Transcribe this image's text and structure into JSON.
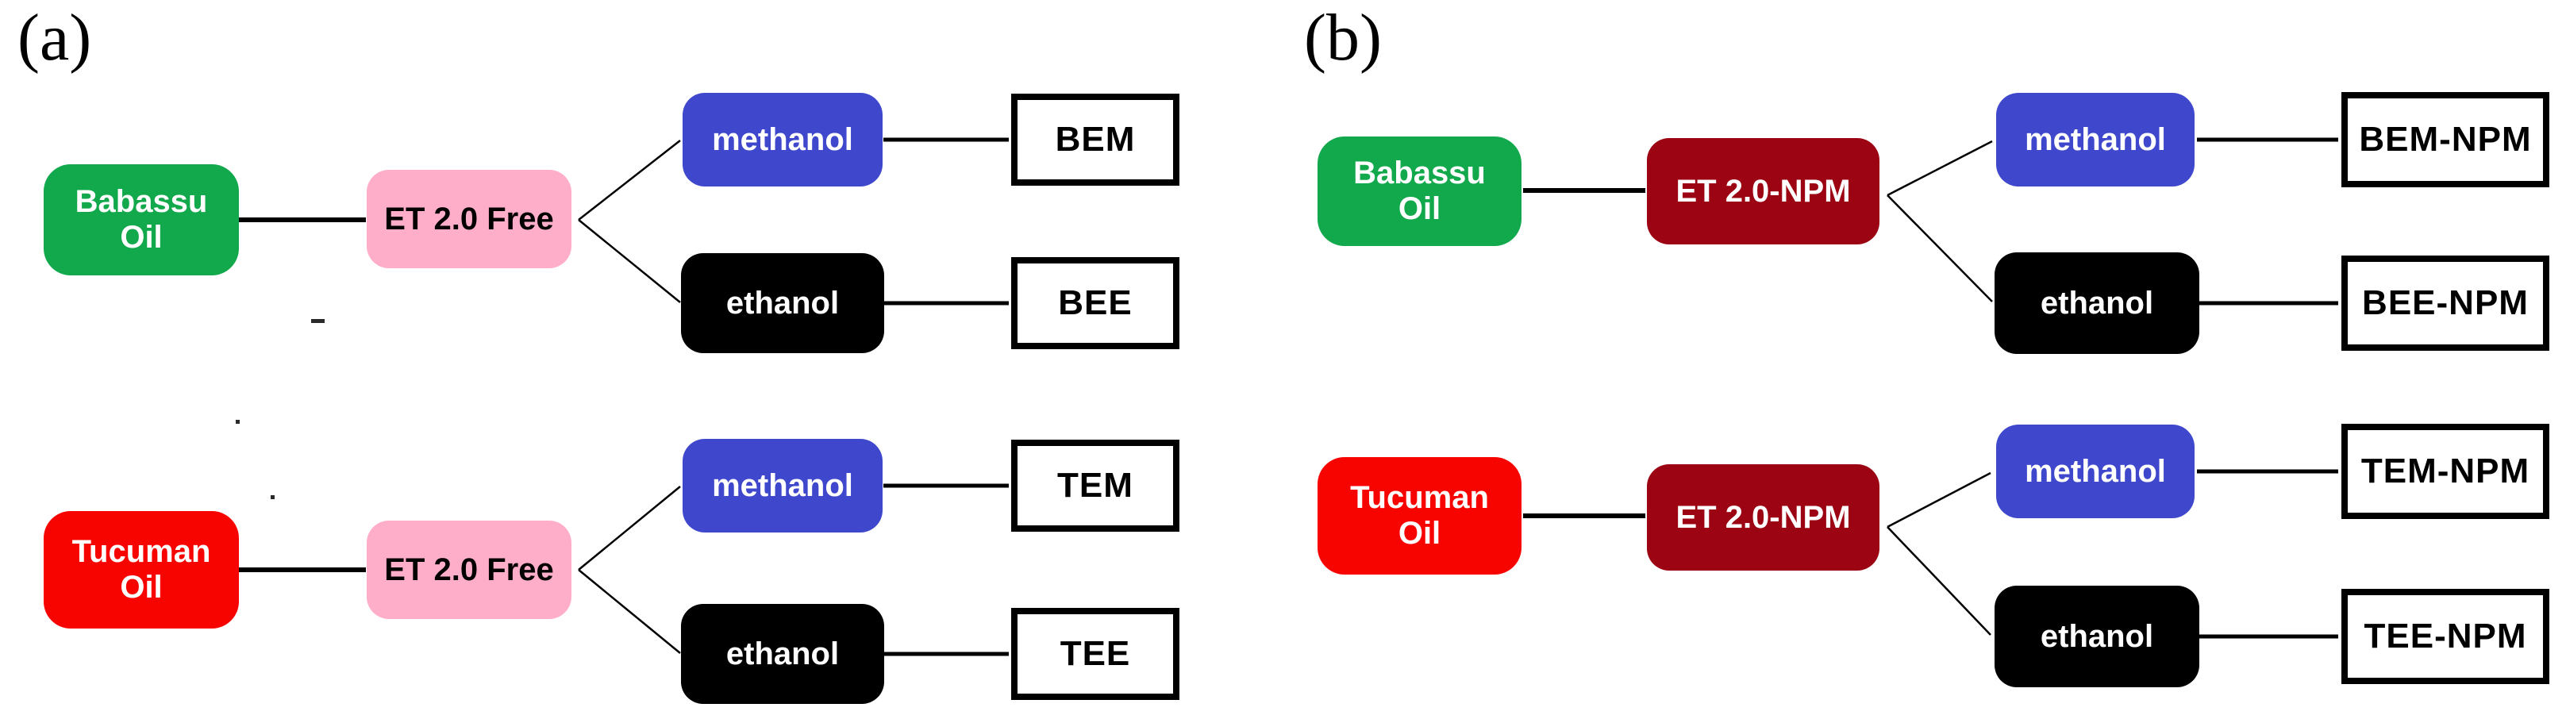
{
  "colors": {
    "green_oil": "#12A84C",
    "red_oil": "#F80400",
    "pink_catalyst": "#FFAEC9",
    "dark_red_catalyst": "#9C0413",
    "blue_methanol": "#3F48CC",
    "black_ethanol": "#000000",
    "product_background": "#FFFFFF",
    "line_color": "#000000",
    "white_text": "#FFFFFF",
    "black_text": "#000000"
  },
  "figure": {
    "panels": [
      {
        "label": "(a)",
        "trees": [
          {
            "oil": {
              "line1": "Babassu",
              "line2": "Oil",
              "color": "#12A84C",
              "text_color": "#FFFFFF"
            },
            "catalyst": {
              "label": "ET 2.0 Free",
              "color": "#FFAEC9",
              "text_color": "#000000"
            },
            "branches": [
              {
                "alcohol": {
                  "label": "methanol",
                  "color": "#3F48CC",
                  "text_color": "#FFFFFF"
                },
                "product": {
                  "label": "BEM"
                }
              },
              {
                "alcohol": {
                  "label": "ethanol",
                  "color": "#000000",
                  "text_color": "#FFFFFF"
                },
                "product": {
                  "label": "BEE"
                }
              }
            ]
          },
          {
            "oil": {
              "line1": "Tucuman",
              "line2": "Oil",
              "color": "#F80400",
              "text_color": "#FFFFFF"
            },
            "catalyst": {
              "label": "ET 2.0 Free",
              "color": "#FFAEC9",
              "text_color": "#000000"
            },
            "branches": [
              {
                "alcohol": {
                  "label": "methanol",
                  "color": "#3F48CC",
                  "text_color": "#FFFFFF"
                },
                "product": {
                  "label": "TEM"
                }
              },
              {
                "alcohol": {
                  "label": "ethanol",
                  "color": "#000000",
                  "text_color": "#FFFFFF"
                },
                "product": {
                  "label": "TEE"
                }
              }
            ]
          }
        ]
      },
      {
        "label": "(b)",
        "trees": [
          {
            "oil": {
              "line1": "Babassu",
              "line2": "Oil",
              "color": "#12A84C",
              "text_color": "#FFFFFF"
            },
            "catalyst": {
              "label": "ET 2.0-NPM",
              "color": "#9C0413",
              "text_color": "#FFFFFF"
            },
            "branches": [
              {
                "alcohol": {
                  "label": "methanol",
                  "color": "#3F48CC",
                  "text_color": "#FFFFFF"
                },
                "product": {
                  "label": "BEM-NPM"
                }
              },
              {
                "alcohol": {
                  "label": "ethanol",
                  "color": "#000000",
                  "text_color": "#FFFFFF"
                },
                "product": {
                  "label": "BEE-NPM"
                }
              }
            ]
          },
          {
            "oil": {
              "line1": "Tucuman",
              "line2": "Oil",
              "color": "#F80400",
              "text_color": "#FFFFFF"
            },
            "catalyst": {
              "label": "ET 2.0-NPM",
              "color": "#9C0413",
              "text_color": "#FFFFFF"
            },
            "branches": [
              {
                "alcohol": {
                  "label": "methanol",
                  "color": "#3F48CC",
                  "text_color": "#FFFFFF"
                },
                "product": {
                  "label": "TEM-NPM"
                }
              },
              {
                "alcohol": {
                  "label": "ethanol",
                  "color": "#000000",
                  "text_color": "#FFFFFF"
                },
                "product": {
                  "label": "TEE-NPM"
                }
              }
            ]
          }
        ]
      }
    ]
  }
}
